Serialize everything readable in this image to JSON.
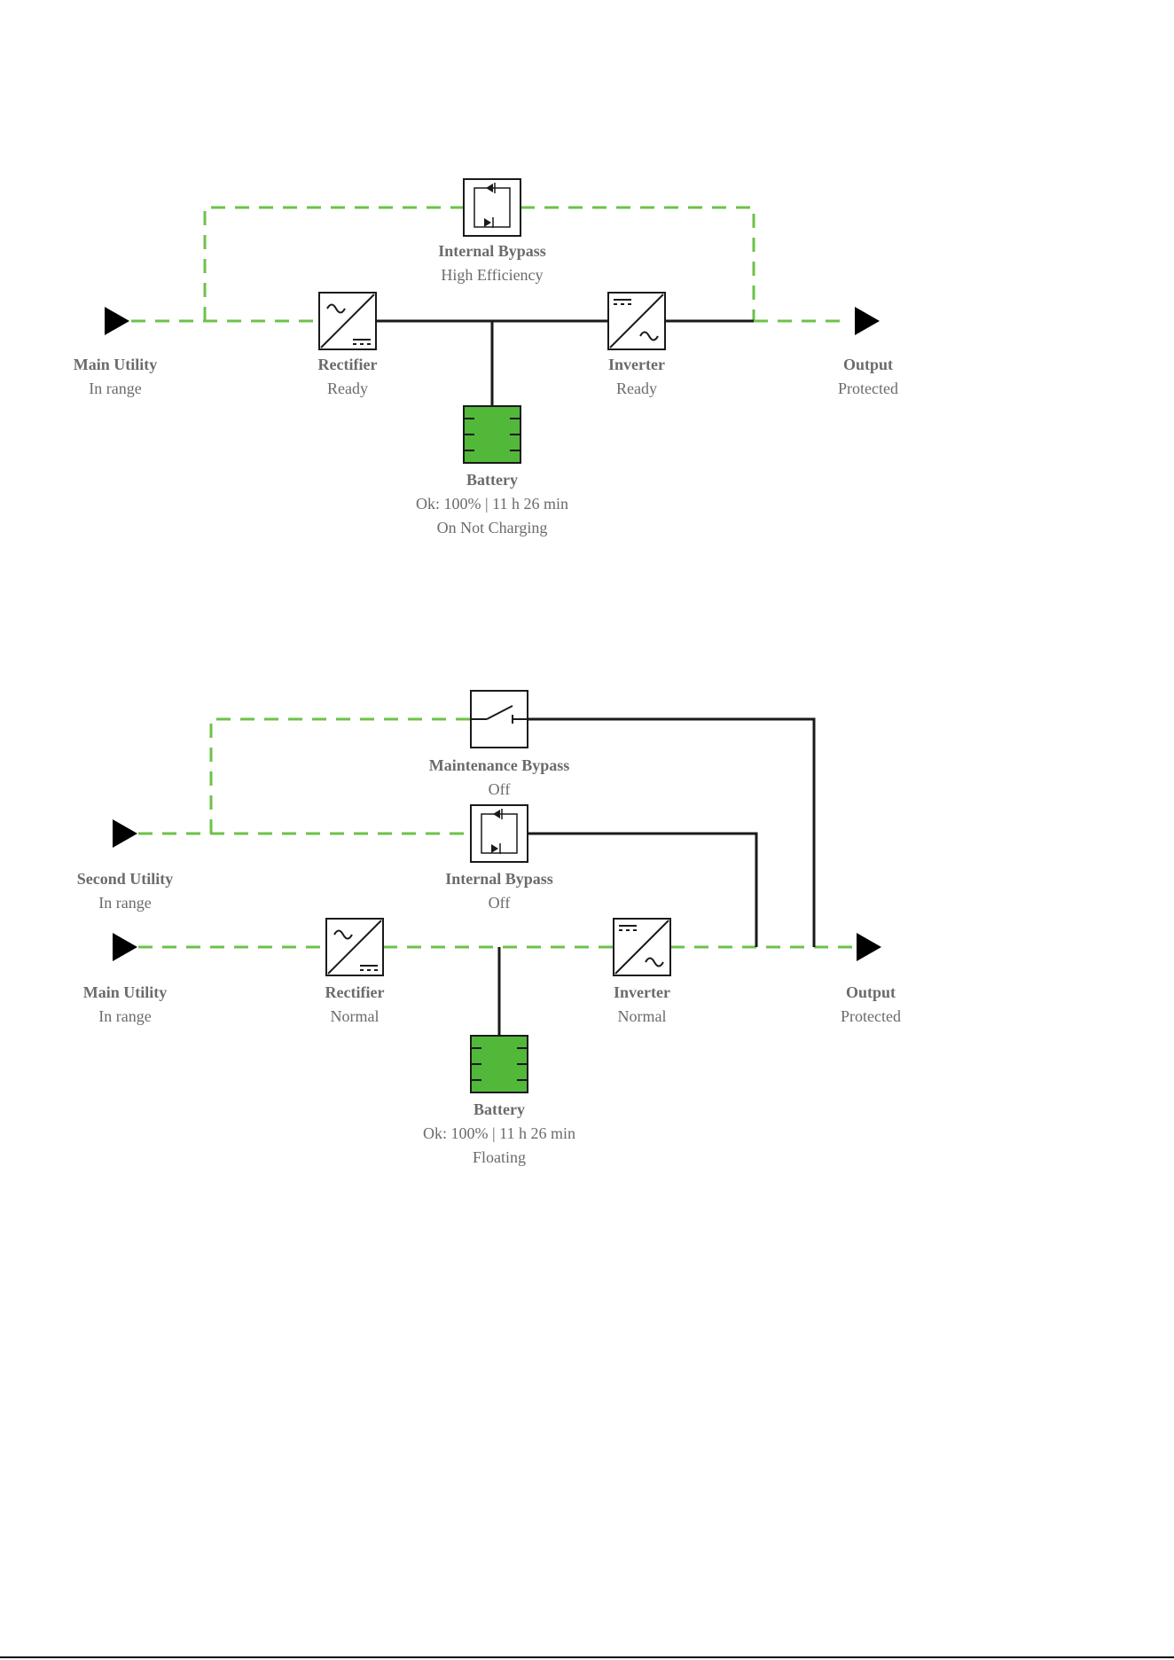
{
  "colors": {
    "energized_dashed": "#6cc24a",
    "line": "#1a1a1a",
    "battery_fill": "#52b83a",
    "text": "#6b6b6b"
  },
  "diagram1": {
    "main_utility": {
      "title": "Main Utility",
      "status": "In range"
    },
    "rectifier": {
      "title": "Rectifier",
      "status": "Ready"
    },
    "internal_bypass": {
      "title": "Internal Bypass",
      "status": "High Efficiency"
    },
    "inverter": {
      "title": "Inverter",
      "status": "Ready"
    },
    "output": {
      "title": "Output",
      "status": "Protected"
    },
    "battery": {
      "title": "Battery",
      "status": "Ok: 100% | 11 h 26 min",
      "status2": "On Not Charging"
    }
  },
  "diagram2": {
    "maintenance_bypass": {
      "title": "Maintenance Bypass",
      "status": "Off"
    },
    "second_utility": {
      "title": "Second Utility",
      "status": "In range"
    },
    "internal_bypass": {
      "title": "Internal Bypass",
      "status": "Off"
    },
    "main_utility": {
      "title": "Main Utility",
      "status": "In range"
    },
    "rectifier": {
      "title": "Rectifier",
      "status": "Normal"
    },
    "inverter": {
      "title": "Inverter",
      "status": "Normal"
    },
    "output": {
      "title": "Output",
      "status": "Protected"
    },
    "battery": {
      "title": "Battery",
      "status": "Ok: 100% | 11 h 26 min",
      "status2": "Floating"
    }
  }
}
